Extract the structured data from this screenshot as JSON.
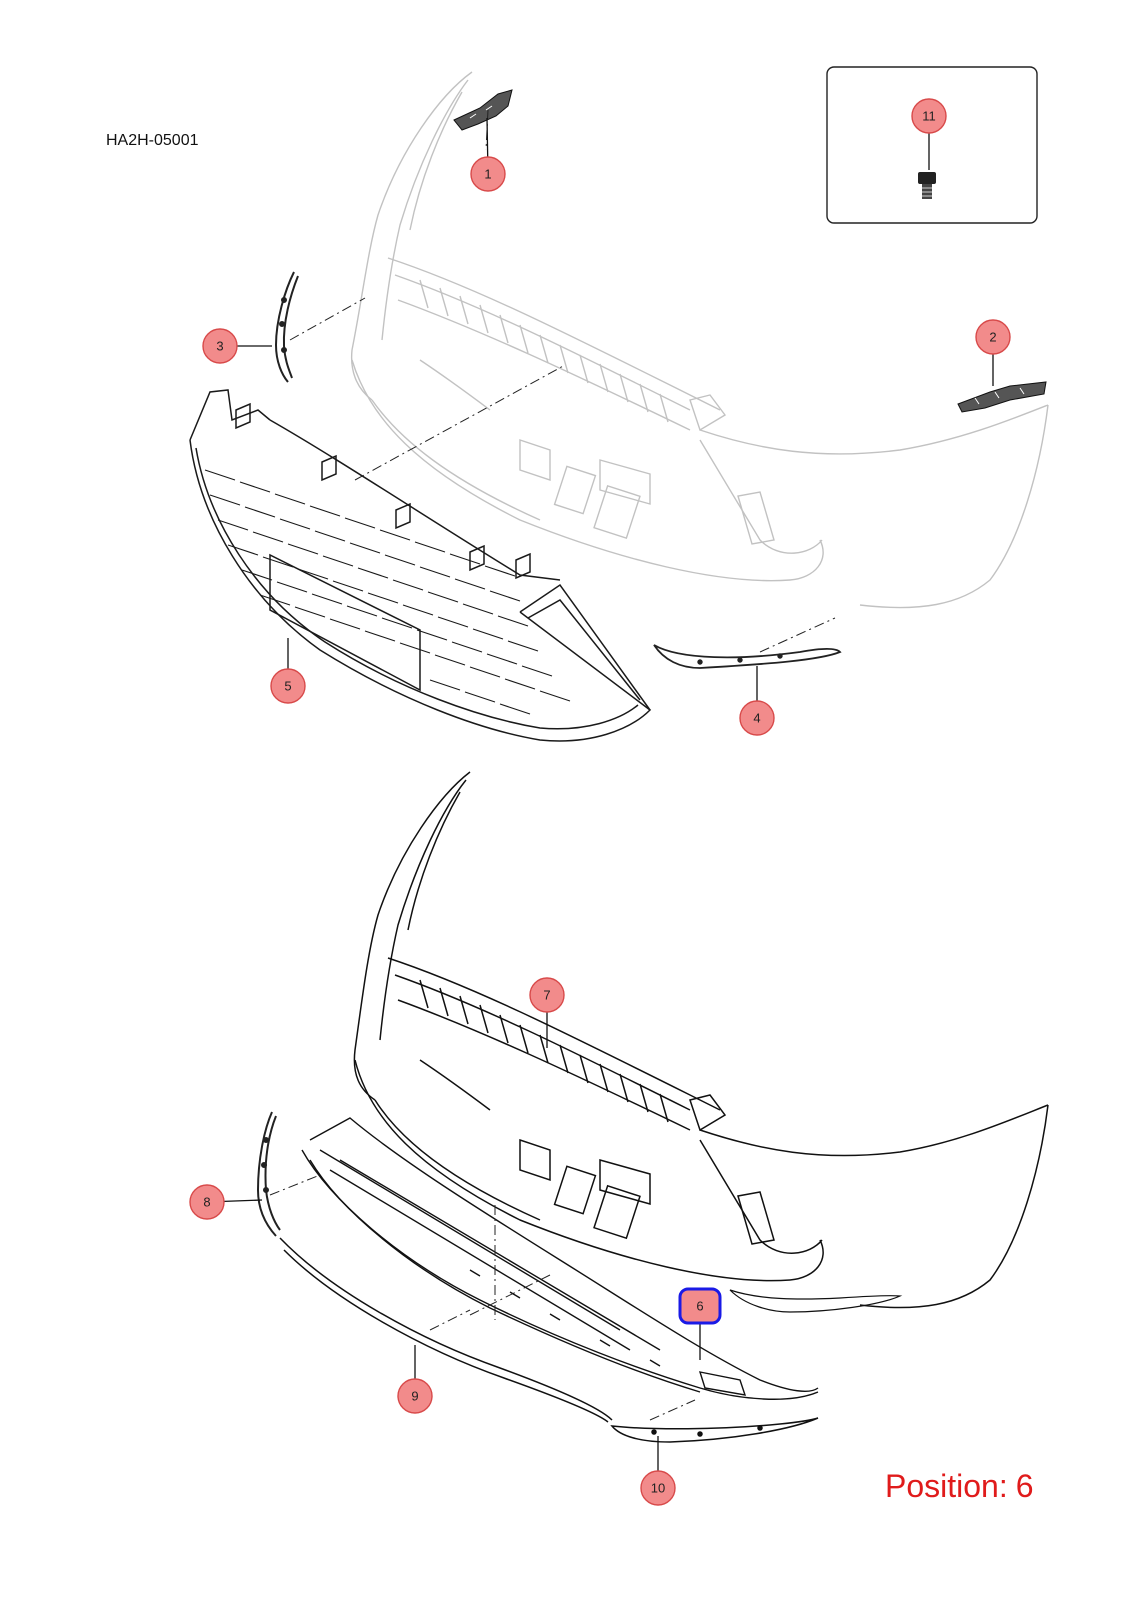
{
  "diagram_code": "HA2H-05001",
  "position_label": "Position:",
  "position_value": "6",
  "selected_callout": "6",
  "colors": {
    "callout_fill": "#f28b8b",
    "callout_stroke": "#d84a4a",
    "selected_stroke": "#1a1ae6",
    "position_text": "#e01b1b",
    "faded_line": "#bdbdbd",
    "line": "#1a1a1a"
  },
  "callouts": [
    "1",
    "2",
    "3",
    "4",
    "5",
    "6",
    "7",
    "8",
    "9",
    "10",
    "11"
  ]
}
